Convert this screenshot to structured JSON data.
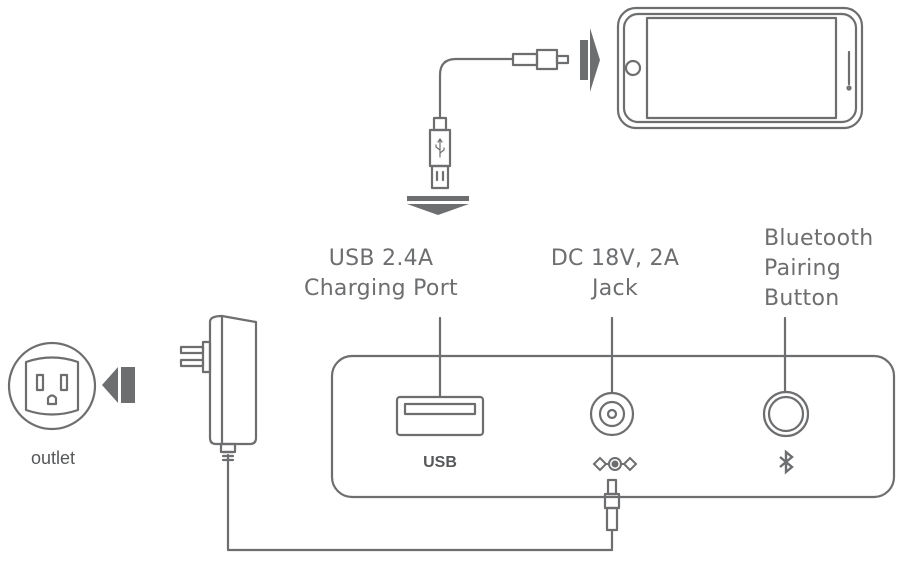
{
  "callouts": {
    "usb_port_line1": "USB 2.4A",
    "usb_port_line2": "Charging Port",
    "dc_jack_line1": "DC 18V, 2A",
    "dc_jack_line2": "Jack",
    "bt_button_line1": "Bluetooth",
    "bt_button_line2": "Pairing",
    "bt_button_line3": "Button"
  },
  "panel_labels": {
    "usb": "USB"
  },
  "outlet": {
    "label": "outlet"
  },
  "icons": [
    "smartphone-icon",
    "lightning-usb-cable-icon",
    "ac-adapter-icon",
    "wall-outlet-icon",
    "arrow-icon",
    "dc-polarity-icon",
    "bluetooth-icon"
  ],
  "colors": {
    "stroke": "#6d6e70",
    "arrow": "#6d6e70",
    "text": "#6d6e70"
  }
}
